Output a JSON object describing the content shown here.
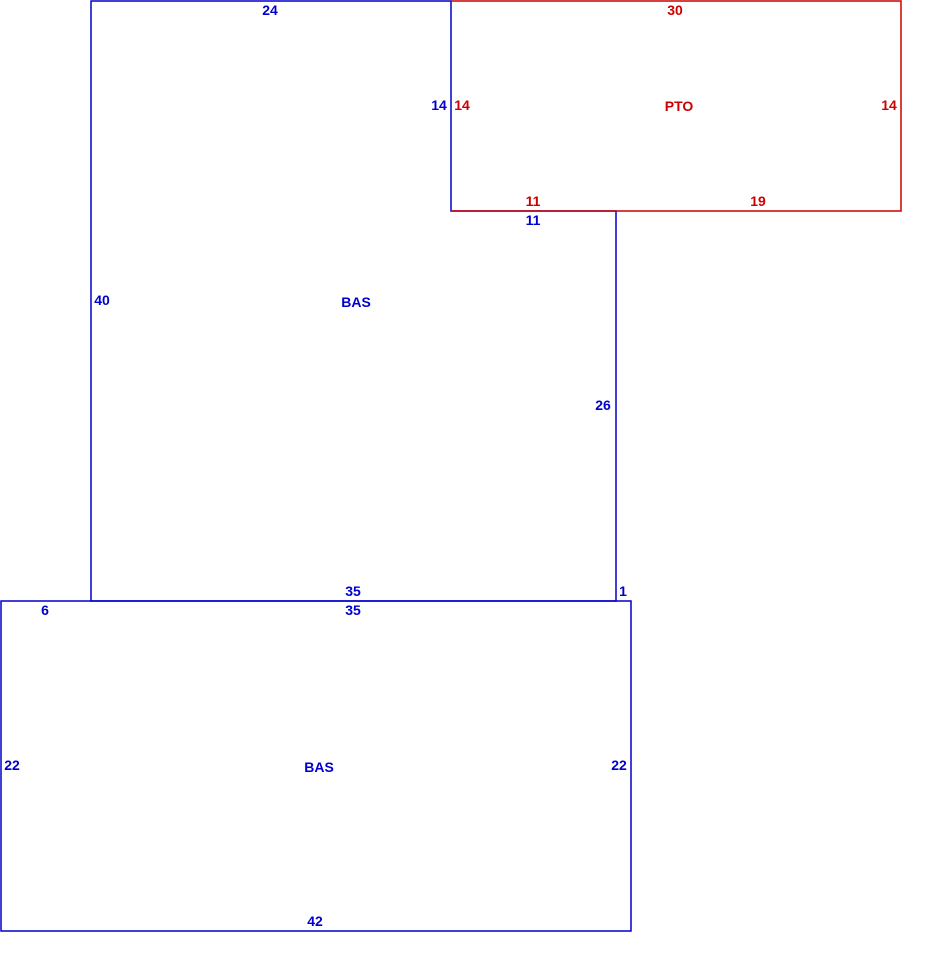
{
  "colors": {
    "bas": "#0000cc",
    "pto": "#cc0000"
  },
  "areas": {
    "bas_upper": {
      "label": "BAS",
      "dims": {
        "top": "24",
        "left": "40",
        "right_upper": "14",
        "notch_bottom": "11",
        "right_lower": "26",
        "bottom": "35",
        "step": "1"
      }
    },
    "pto": {
      "label": "PTO",
      "dims": {
        "top": "30",
        "left": "14",
        "right": "14",
        "bottom_left": "11",
        "bottom_right": "19"
      }
    },
    "bas_lower": {
      "label": "BAS",
      "dims": {
        "top_left": "6",
        "top": "35",
        "left": "22",
        "right": "22",
        "bottom": "42"
      }
    }
  }
}
